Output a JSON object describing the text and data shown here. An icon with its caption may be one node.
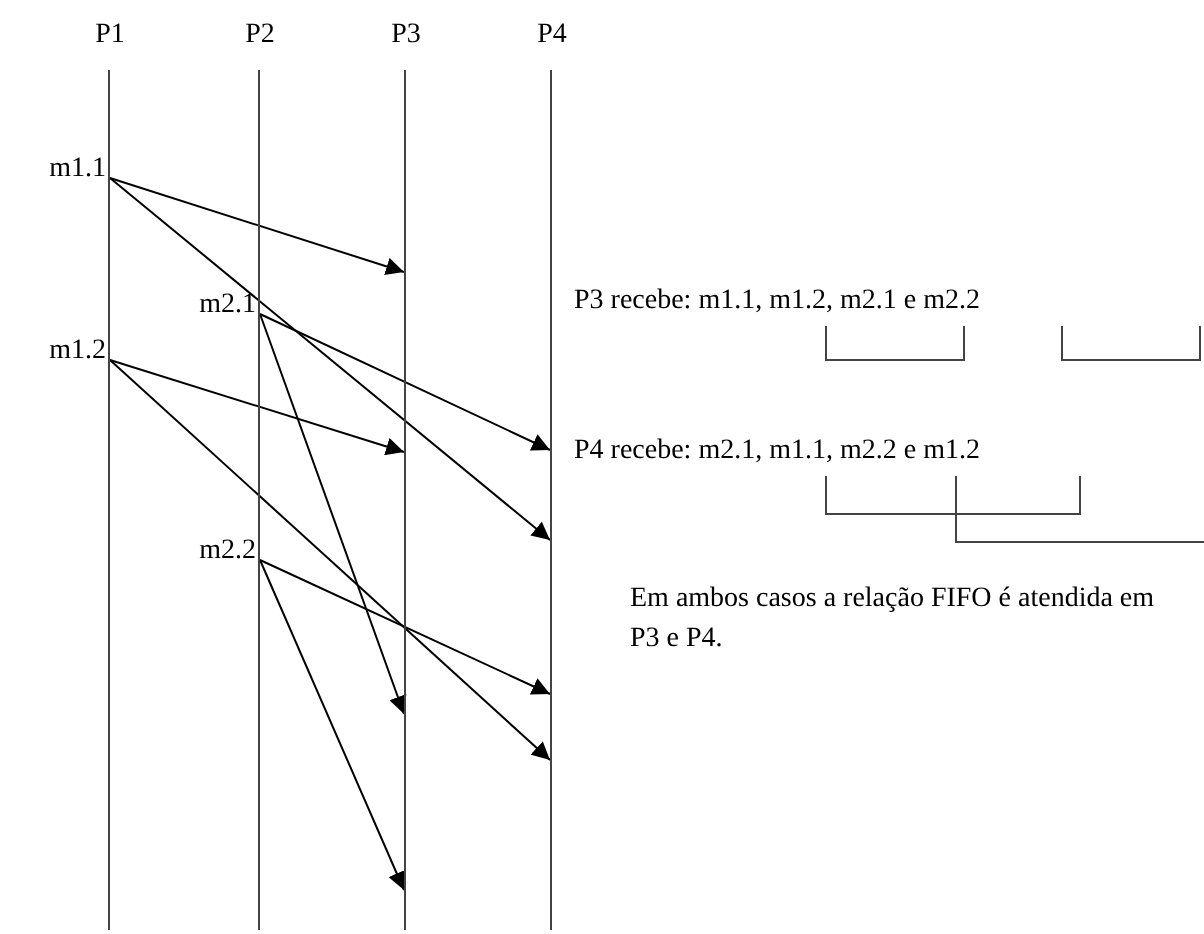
{
  "diagram": {
    "nodes": [
      {
        "text": [
          "P1"
        ]
      },
      {
        "text": [
          "P2"
        ]
      },
      {
        "text": [
          "P3"
        ]
      },
      {
        "text": [
          "P4"
        ]
      },
      {
        "text": [
          "m1.1"
        ]
      },
      {
        "text": [
          "m2.1"
        ]
      },
      {
        "text": [
          "m1.2"
        ]
      },
      {
        "text": [
          "m2.2"
        ]
      }
    ],
    "edges": [
      {
        "from": 4,
        "to": 2,
        "arrow": "to"
      },
      {
        "from": 4,
        "to": 3,
        "arrow": "to"
      },
      {
        "from": 5,
        "to": 3,
        "arrow": "to"
      },
      {
        "from": 5,
        "to": 2,
        "arrow": "to"
      },
      {
        "from": 6,
        "to": 2,
        "arrow": "to"
      },
      {
        "from": 6,
        "to": 3,
        "arrow": "to"
      },
      {
        "from": 7,
        "to": 3,
        "arrow": "to"
      },
      {
        "from": 7,
        "to": 2,
        "arrow": "to"
      }
    ],
    "labels": [
      "P3 recebe: m1.1, m1.2, m2.1 e m2.2",
      "P4 recebe: m2.1, m1.1, m2.2 e m1.2",
      "Em ambos casos a relação FIFO é atendida em P3 e P4."
    ]
  }
}
